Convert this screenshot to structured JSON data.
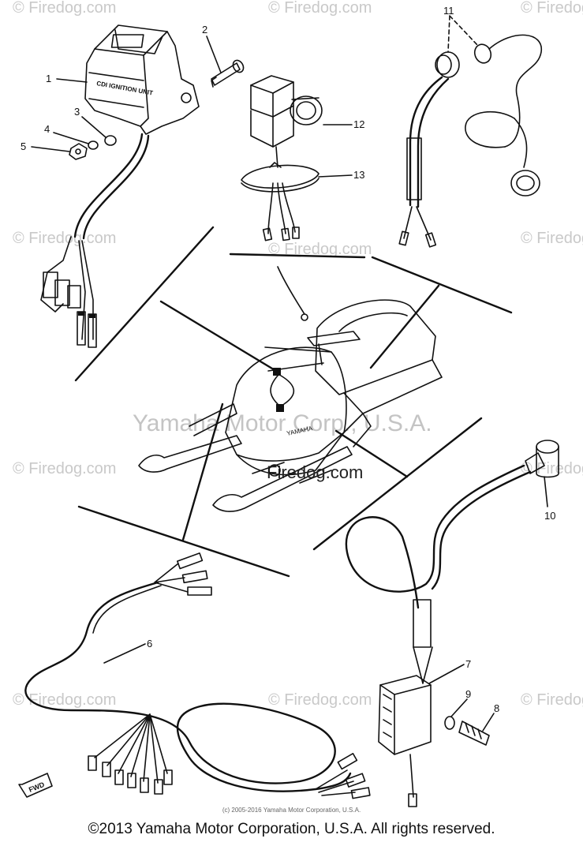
{
  "watermark_text": "© Firedog.com",
  "center_watermark": "Yamaha Motor Corp., U.S.A.",
  "center_logo": "Firedog.com",
  "unit_label": "CDI IGNITION UNIT",
  "fwd_label": "FWD",
  "hood_label": "YAMAHA",
  "fine_print": "(c) 2005-2016 Yamaha Motor Corporation, U.S.A.",
  "copyright": "©2013 Yamaha Motor Corporation, U.S.A. All rights reserved.",
  "callouts": [
    "1",
    "2",
    "3",
    "4",
    "5",
    "6",
    "7",
    "8",
    "9",
    "10",
    "11",
    "12",
    "13"
  ]
}
